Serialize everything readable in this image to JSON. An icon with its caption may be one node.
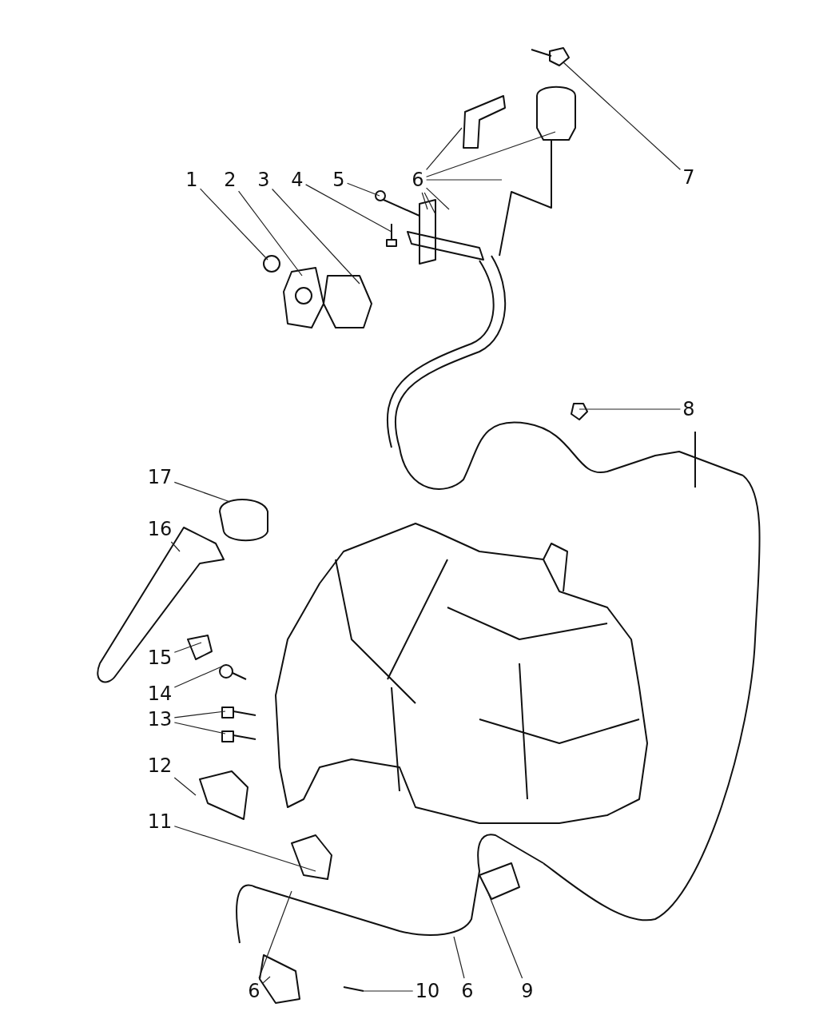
{
  "diagram": {
    "nodes": [
      {
        "text": [
          "1"
        ]
      },
      {
        "text": [
          "2"
        ]
      },
      {
        "text": [
          "3"
        ]
      },
      {
        "text": [
          "4"
        ]
      },
      {
        "text": [
          "5"
        ]
      },
      {
        "text": [
          "6"
        ]
      },
      {
        "text": [
          "7"
        ]
      },
      {
        "text": [
          "8"
        ]
      },
      {
        "text": [
          "17"
        ]
      },
      {
        "text": [
          "16"
        ]
      },
      {
        "text": [
          "15"
        ]
      },
      {
        "text": [
          "14"
        ]
      },
      {
        "text": [
          "13"
        ]
      },
      {
        "text": [
          "12"
        ]
      },
      {
        "text": [
          "11"
        ]
      },
      {
        "text": [
          "6"
        ]
      },
      {
        "text": [
          "10"
        ]
      },
      {
        "text": [
          "6"
        ]
      },
      {
        "text": [
          "9"
        ]
      }
    ],
    "edges": [
      {
        "from": 0,
        "to": null,
        "arrow": "none"
      },
      {
        "from": 1,
        "to": null,
        "arrow": "none"
      },
      {
        "from": 2,
        "to": null,
        "arrow": "none"
      },
      {
        "from": 3,
        "to": null,
        "arrow": "none"
      },
      {
        "from": 4,
        "to": null,
        "arrow": "none"
      },
      {
        "from": 5,
        "to": null,
        "arrow": "none"
      },
      {
        "from": 5,
        "to": null,
        "arrow": "none"
      },
      {
        "from": 5,
        "to": null,
        "arrow": "none"
      },
      {
        "from": 5,
        "to": null,
        "arrow": "none"
      },
      {
        "from": 5,
        "to": null,
        "arrow": "none"
      },
      {
        "from": 5,
        "to": null,
        "arrow": "none"
      },
      {
        "from": 6,
        "to": null,
        "arrow": "none"
      },
      {
        "from": 7,
        "to": null,
        "arrow": "none"
      },
      {
        "from": 8,
        "to": null,
        "arrow": "none"
      },
      {
        "from": 9,
        "to": null,
        "arrow": "none"
      },
      {
        "from": 10,
        "to": null,
        "arrow": "none"
      },
      {
        "from": 11,
        "to": null,
        "arrow": "none"
      },
      {
        "from": 12,
        "to": null,
        "arrow": "none"
      },
      {
        "from": 12,
        "to": null,
        "arrow": "none"
      },
      {
        "from": 13,
        "to": null,
        "arrow": "none"
      },
      {
        "from": 14,
        "to": null,
        "arrow": "none"
      },
      {
        "from": 15,
        "to": null,
        "arrow": "none"
      },
      {
        "from": 15,
        "to": null,
        "arrow": "none"
      },
      {
        "from": 16,
        "to": null,
        "arrow": "none"
      },
      {
        "from": 17,
        "to": null,
        "arrow": "none"
      },
      {
        "from": 18,
        "to": null,
        "arrow": "none"
      }
    ]
  }
}
